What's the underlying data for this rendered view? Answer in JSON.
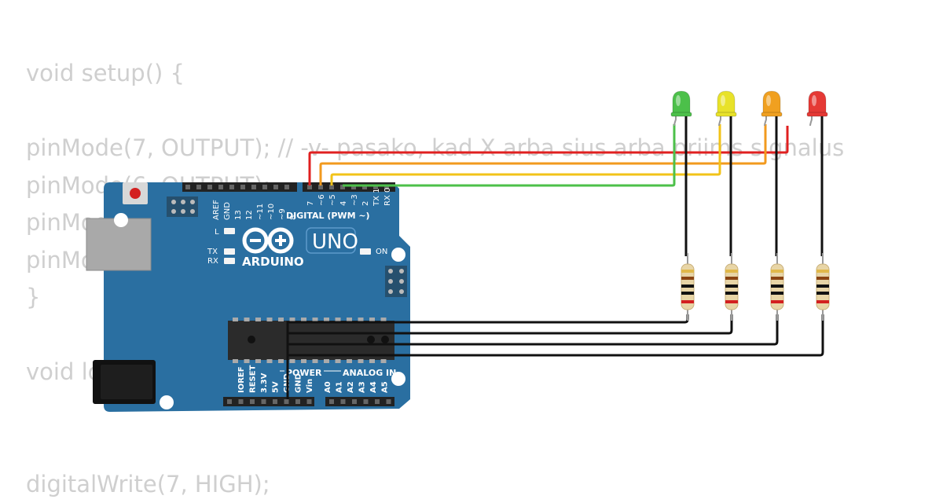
{
  "code_lines": [
    "void setup() {",
    "",
    "pinMode(7, OUTPUT); // -v- pasako, kad X arba sius arba priims signalus",
    "pinMode(6, OUTPUT);",
    "pinMode",
    "pinMode",
    "}",
    "",
    "void loop",
    "",
    "",
    "digitalWrite(7, HIGH);"
  ],
  "board": {
    "brand": "ARDUINO",
    "model": "UNO",
    "digital_header_label": "DIGITAL (PWM ~)",
    "top_pins": [
      "AREF",
      "GND",
      "13",
      "12",
      "~11",
      "~10",
      "~9",
      "8",
      "7",
      "~6",
      "~5",
      "4",
      "~3",
      "2",
      "TX 1",
      "RX 0"
    ],
    "led_labels": {
      "l": "L",
      "tx": "TX",
      "rx": "RX",
      "on": "ON"
    },
    "power_label": "POWER",
    "analog_label": "ANALOG IN",
    "power_pins": [
      "IOREF",
      "RESET",
      "3.3V",
      "5V",
      "GND",
      "GND",
      "Vin"
    ],
    "analog_pins": [
      "A0",
      "A1",
      "A2",
      "A3",
      "A4",
      "A5"
    ]
  },
  "leds": [
    {
      "name": "green",
      "color": "#4cc04a",
      "wire": "#4cc04a"
    },
    {
      "name": "yellow",
      "color": "#e8e22a",
      "wire": "#f2c318"
    },
    {
      "name": "orange",
      "color": "#f0a020",
      "wire": "#f29a1e"
    },
    {
      "name": "red",
      "color": "#e53935",
      "wire": "#e02020"
    }
  ],
  "colors": {
    "board": "#2a6fa1",
    "board_dark": "#1f5b87",
    "code_text": "#cfcfcf",
    "ground_wire": "#111111"
  }
}
